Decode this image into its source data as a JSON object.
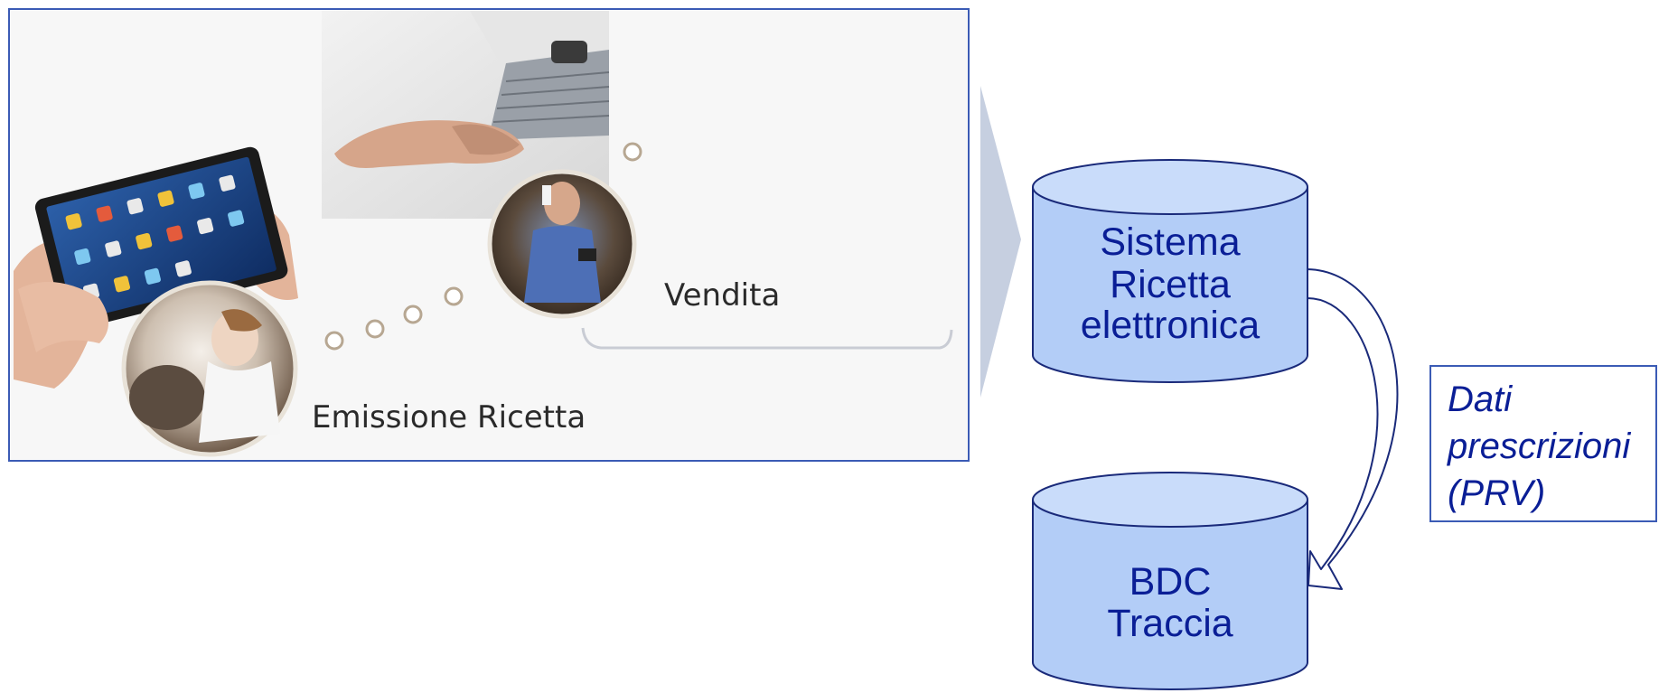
{
  "process": {
    "step1_label": "Emissione Ricetta",
    "step2_label": "Vendita"
  },
  "databases": {
    "source": {
      "line1": "Sistema",
      "line2": "Ricetta",
      "line3": "elettronica"
    },
    "target": {
      "line1": "BDC",
      "line2": "Traccia"
    }
  },
  "flow_note": {
    "line1": "Dati",
    "line2": "prescrizioni",
    "line3": "(PRV)"
  },
  "icons": {
    "tablet": "tablet-icon",
    "laptop": "laptop-hand-icon",
    "vet": "veterinarian-photo-icon",
    "pharmacist": "pharmacist-photo-icon",
    "arrow": "chevron-arrow-icon",
    "curved": "curved-arrow-icon"
  },
  "colors": {
    "db_fill": "#b3cdf7",
    "db_fill_top": "#c9dcfa",
    "db_stroke": "#1a2a7a",
    "text_blue": "#0a1e96",
    "frame_border": "#3b5bb5",
    "arrow_gray": "#c6cfe0"
  }
}
